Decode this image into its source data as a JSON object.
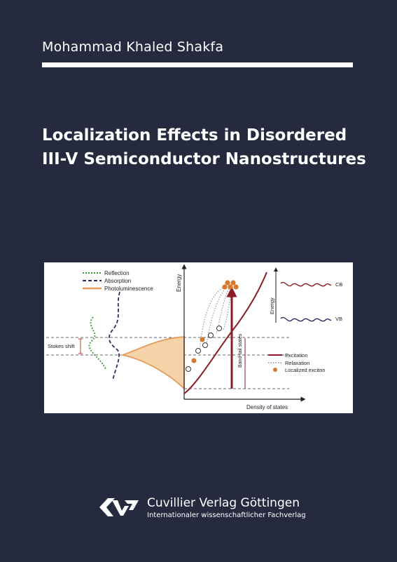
{
  "cover": {
    "author": "Mohammad Khaled Shakfa",
    "title_line1": "Localization Effects in Disordered",
    "title_line2": "III-V Semiconductor Nanostructures"
  },
  "figure": {
    "legend_reflection": "Reflection",
    "legend_absorption": "Absorption",
    "legend_photoluminescence": "Photoluminescence",
    "stokes_shift": "Stokes shift",
    "energy_axis": "Energy",
    "dos_axis": "Density of states",
    "band_tail": "Band-tail states",
    "inset_energy": "Energy",
    "inset_cb": "CB",
    "inset_vb": "VB",
    "legend_excitation": "Excitation",
    "legend_relaxation": "Relaxation",
    "legend_localized_exciton": "Localized exciton",
    "colors": {
      "reflection": "#3a9a3a",
      "absorption": "#2c2e5e",
      "photoluminescence": "#e39a5a",
      "excitation": "#8b1c24",
      "exciton": "#d9792c"
    }
  },
  "publisher": {
    "name": "Cuvillier Verlag Göttingen",
    "subtitle": "Internationaler wissenschaftlicher Fachverlag"
  }
}
